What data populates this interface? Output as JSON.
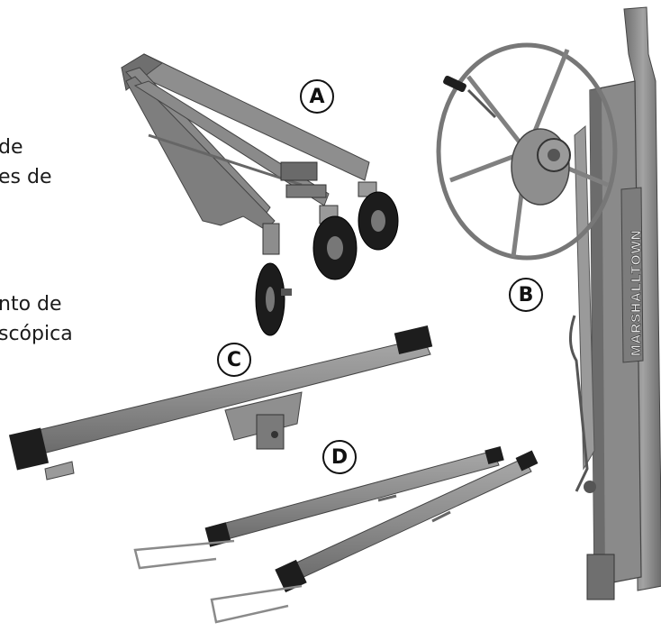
{
  "side_text": {
    "line1": "de",
    "line2": "es de",
    "line3": "nto de",
    "line4": "scópica"
  },
  "callouts": {
    "a": "A",
    "b": "B",
    "c": "C",
    "d": "D"
  },
  "brand": "MARSHALLTOWN",
  "colors": {
    "steel": "#8a8a8a",
    "steel_dark": "#5f5f5f",
    "rubber": "#1c1c1c"
  }
}
